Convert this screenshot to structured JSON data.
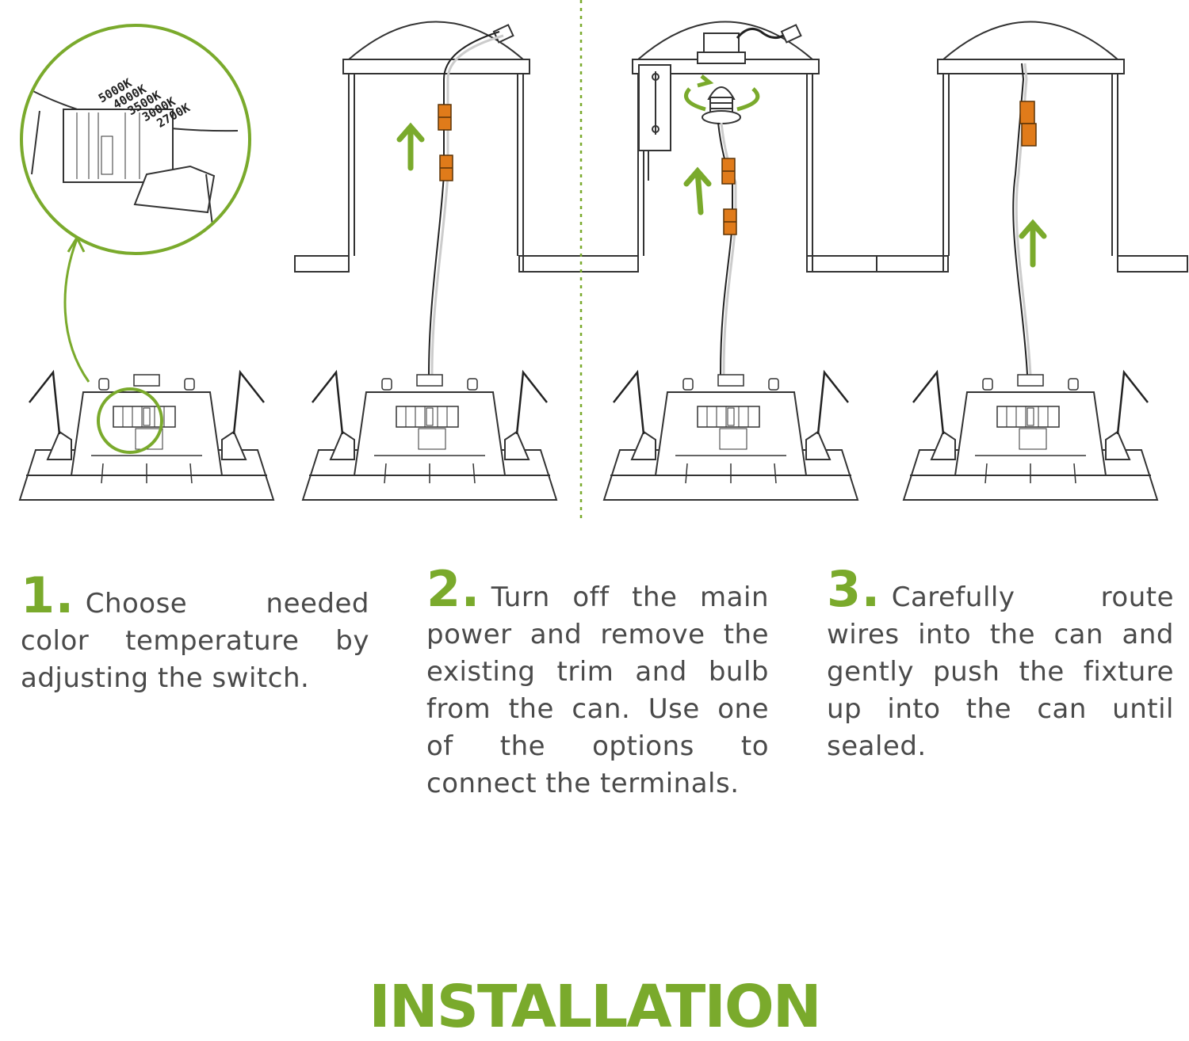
{
  "steps": [
    {
      "number": "1.",
      "text": "Choose needed color temperature by adjusting the switch."
    },
    {
      "number": "2.",
      "text": "Turn off the main power and remove the existing trim and bulb from the can. Use one of the options to connect the terminals."
    },
    {
      "number": "3.",
      "text": "Carefully route wires into the can and gently push the fixture up into the can until sealed."
    }
  ],
  "switch_labels": [
    "5000K",
    "4000K",
    "3500K",
    "3000K",
    "2700K"
  ],
  "title": "INSTALLATION",
  "colors": {
    "accent": "#7aaa2c",
    "text": "#4a4a4a",
    "line": "#3a3a3a",
    "connector": "#e07b1a"
  }
}
